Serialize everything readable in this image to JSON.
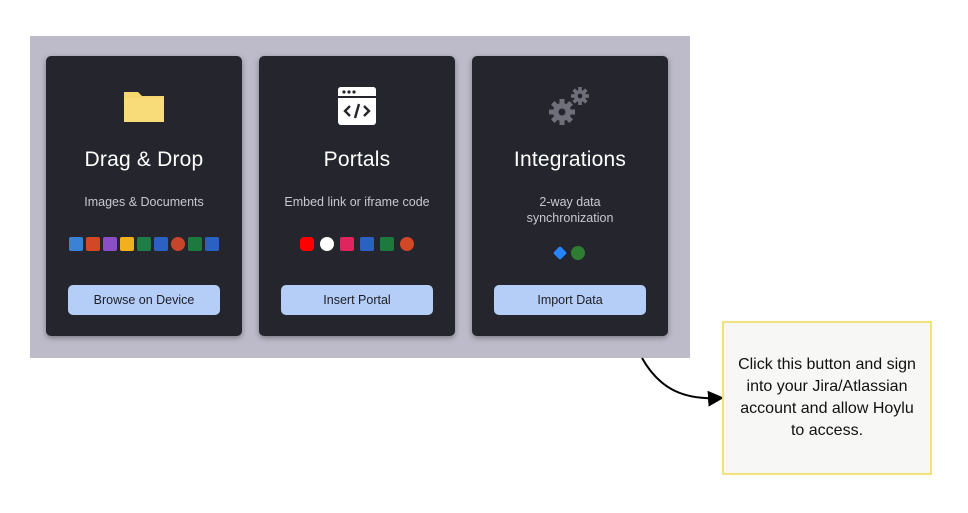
{
  "cards": [
    {
      "title": "Drag & Drop",
      "subtitle": "Images & Documents",
      "button": "Browse on Device",
      "icon": "folder-icon",
      "badges": [
        "#3b82d6",
        "#d24726",
        "#8a4fc7",
        "#f2b01e",
        "#1e7e45",
        "#2b62c2",
        "#c8452a",
        "#1d7a3f",
        "#2b62c2"
      ]
    },
    {
      "title": "Portals",
      "subtitle": "Embed link or iframe code",
      "button": "Insert Portal",
      "icon": "code-window-icon",
      "badges": [
        "#ff0000",
        "#ffffff",
        "#e0245e",
        "#2b62c2",
        "#1d7a3f",
        "#d24726"
      ]
    },
    {
      "title": "Integrations",
      "subtitle": "2-way data synchronization",
      "button": "Import Data",
      "icon": "gears-icon",
      "badges": [
        "#2684ff",
        "#2e7d32"
      ]
    }
  ],
  "callout": {
    "text": "Click this button and sign into your Jira/Atlassian account and allow Hoylu to access."
  },
  "colors": {
    "panel": "#bdbbc9",
    "card": "#25252d",
    "button": "#b5cef7",
    "callout_border": "#f2e27a"
  }
}
